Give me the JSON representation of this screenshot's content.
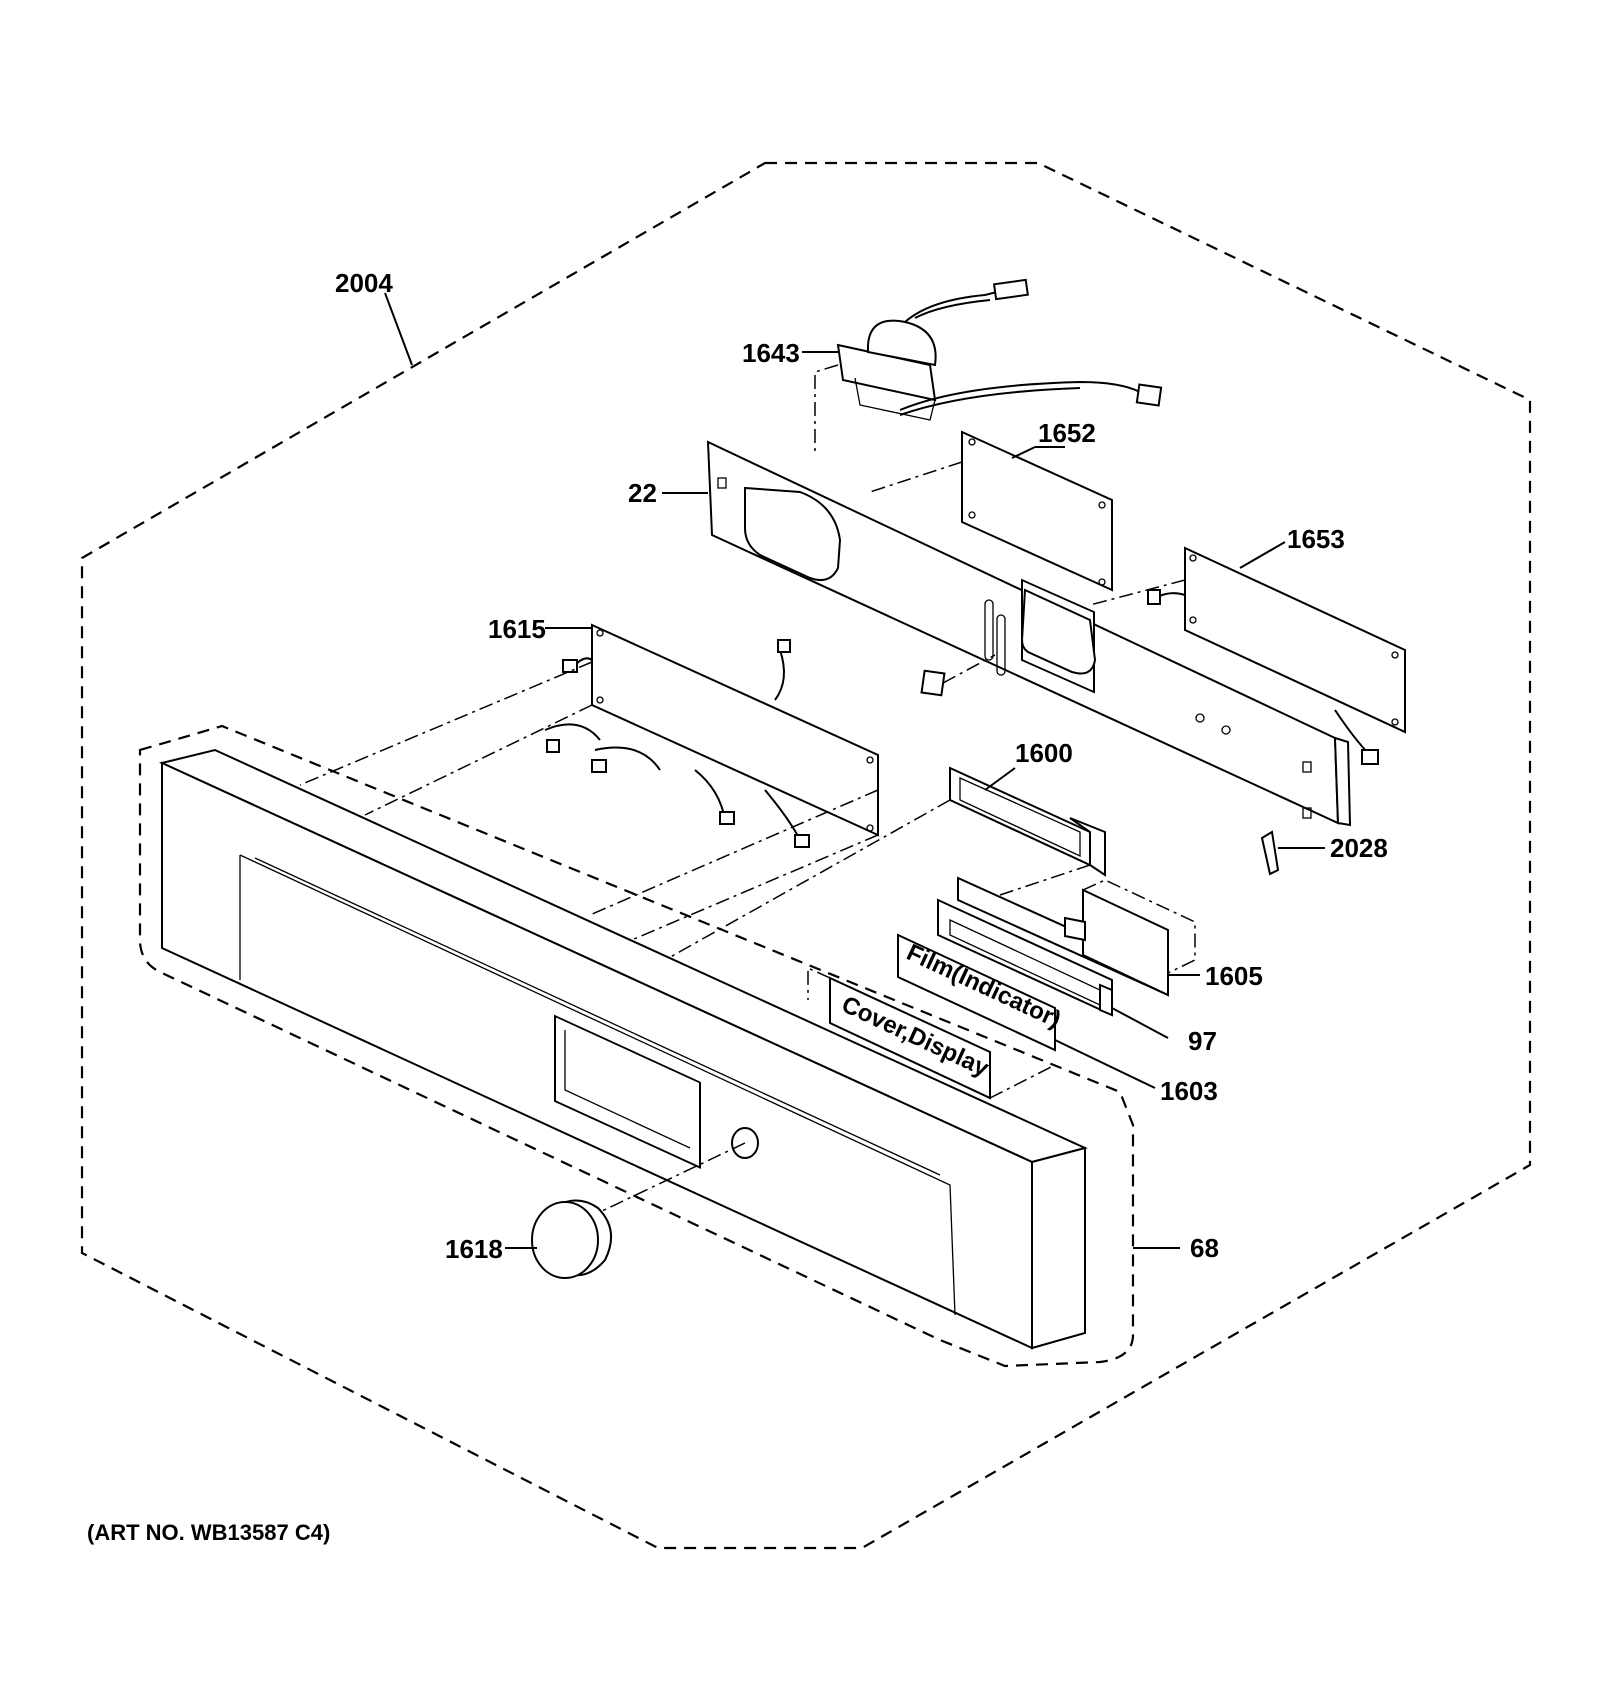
{
  "callouts": {
    "c2004": "2004",
    "c1643": "1643",
    "c1652": "1652",
    "c22": "22",
    "c1653": "1653",
    "c1615": "1615",
    "c1600": "1600",
    "c2028": "2028",
    "c1605": "1605",
    "c97": "97",
    "c1603": "1603",
    "c68": "68",
    "c1618": "1618"
  },
  "part_labels": {
    "film": "Film(Indicator)",
    "cover": "Cover,Display"
  },
  "art_number": "(ART NO. WB13587 C4)"
}
